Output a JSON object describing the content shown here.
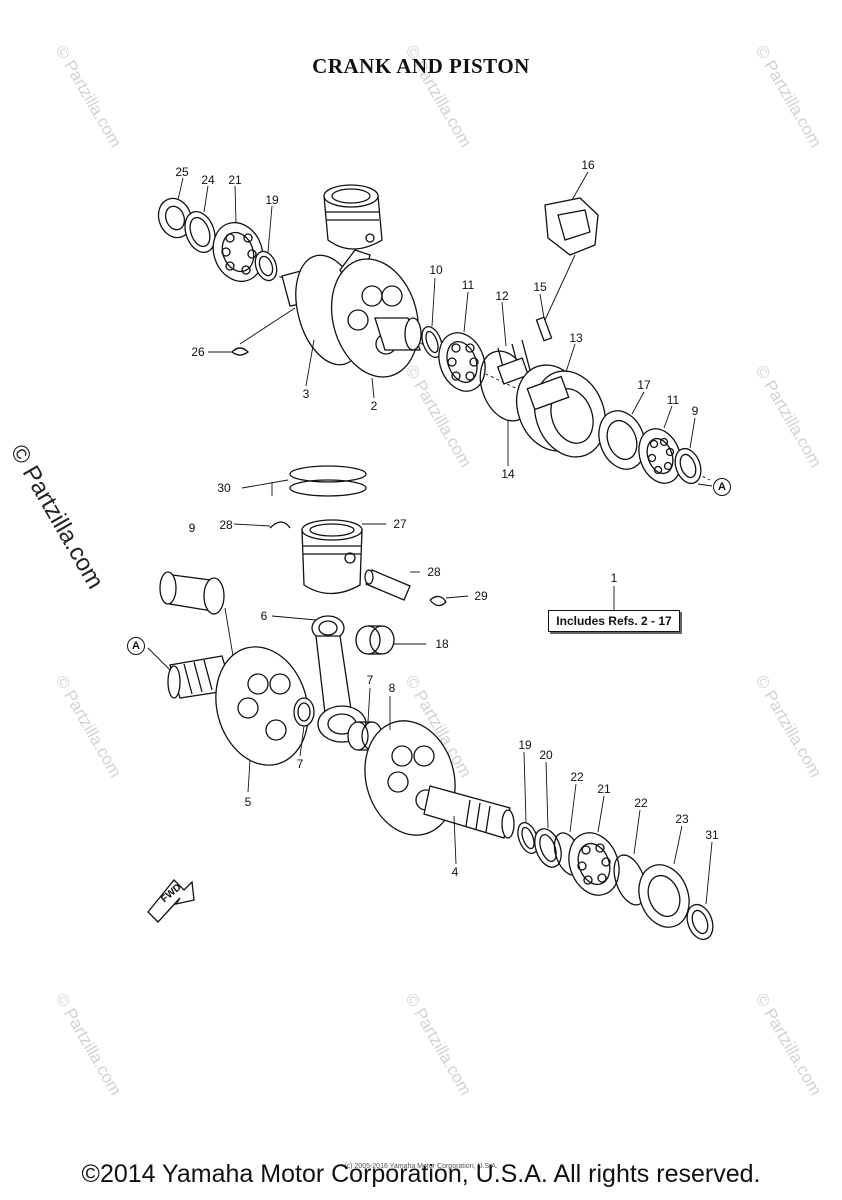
{
  "title": "CRANK AND PISTON",
  "footer": "©2014 Yamaha Motor Corporation, U.S.A. All rights reserved.",
  "small_copyright": "(c) 2005-2016 Yamaha Motor Corporation, U.S.A.",
  "side_watermark": "© Partzilla.com",
  "faint_watermark": "© Partzilla.com",
  "includes_box": "Includes Refs.  2 - 17",
  "ref_A": "A",
  "fwd_label": "FWD",
  "labels": {
    "p25": "25",
    "p24": "24",
    "p21a": "21",
    "p19a": "19",
    "p16": "16",
    "p10": "10",
    "p11a": "11",
    "p12": "12",
    "p15": "15",
    "p13": "13",
    "p26": "26",
    "p3": "3",
    "p2": "2",
    "p14": "14",
    "p17": "17",
    "p11b": "11",
    "p9a": "9",
    "p30": "30",
    "p28a": "28",
    "p27": "27",
    "p9b": "9",
    "p28b": "28",
    "p29": "29",
    "p1": "1",
    "p6": "6",
    "p18": "18",
    "p7a": "7",
    "p8": "8",
    "p7b": "7",
    "p5": "5",
    "p19b": "19",
    "p20": "20",
    "p22a": "22",
    "p21b": "21",
    "p22b": "22",
    "p23": "23",
    "p31": "31",
    "p4": "4"
  }
}
